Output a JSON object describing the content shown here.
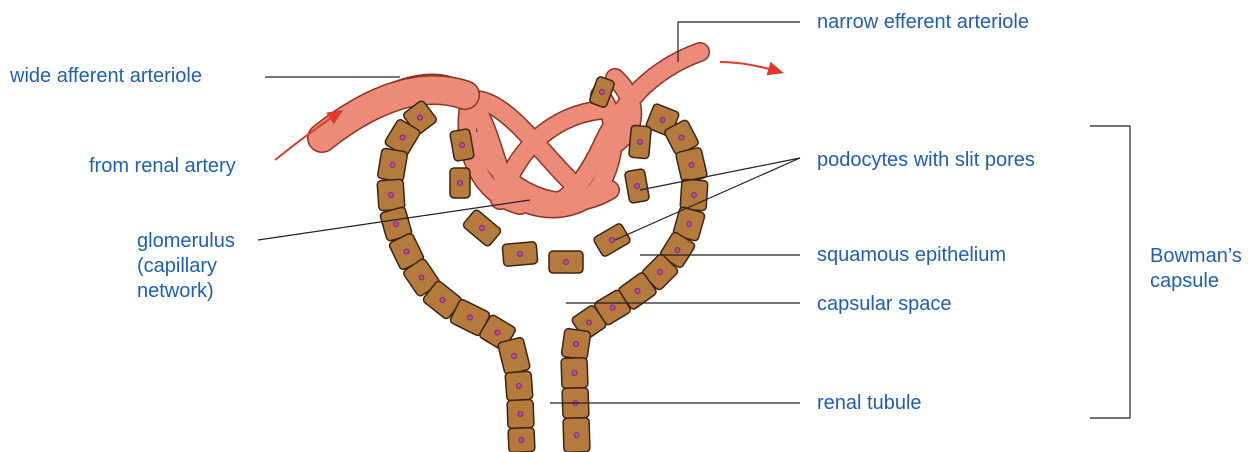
{
  "colors": {
    "label": "#1f5fae",
    "vessel": "#ec8b77",
    "vessel_edge": "#8a3426",
    "cell_fill": "#b57a3e",
    "cell_edge": "#3a2412",
    "nucleus": "#b54dad",
    "arrow": "#e03a2b",
    "leader": "#222222"
  },
  "labels": {
    "afferent": "wide afferent arteriole",
    "from_artery": "from renal artery",
    "glomerulus_line1": "glomerulus",
    "glomerulus_line2": "(capillary",
    "glomerulus_line3": "network)",
    "efferent": "narrow efferent arteriole",
    "podocytes": "podocytes with slit pores",
    "squamous": "squamous epithelium",
    "capsular_space": "capsular space",
    "renal_tubule": "renal tubule",
    "bowmans_line1": "Bowman’s",
    "bowmans_line2": "capsule"
  }
}
